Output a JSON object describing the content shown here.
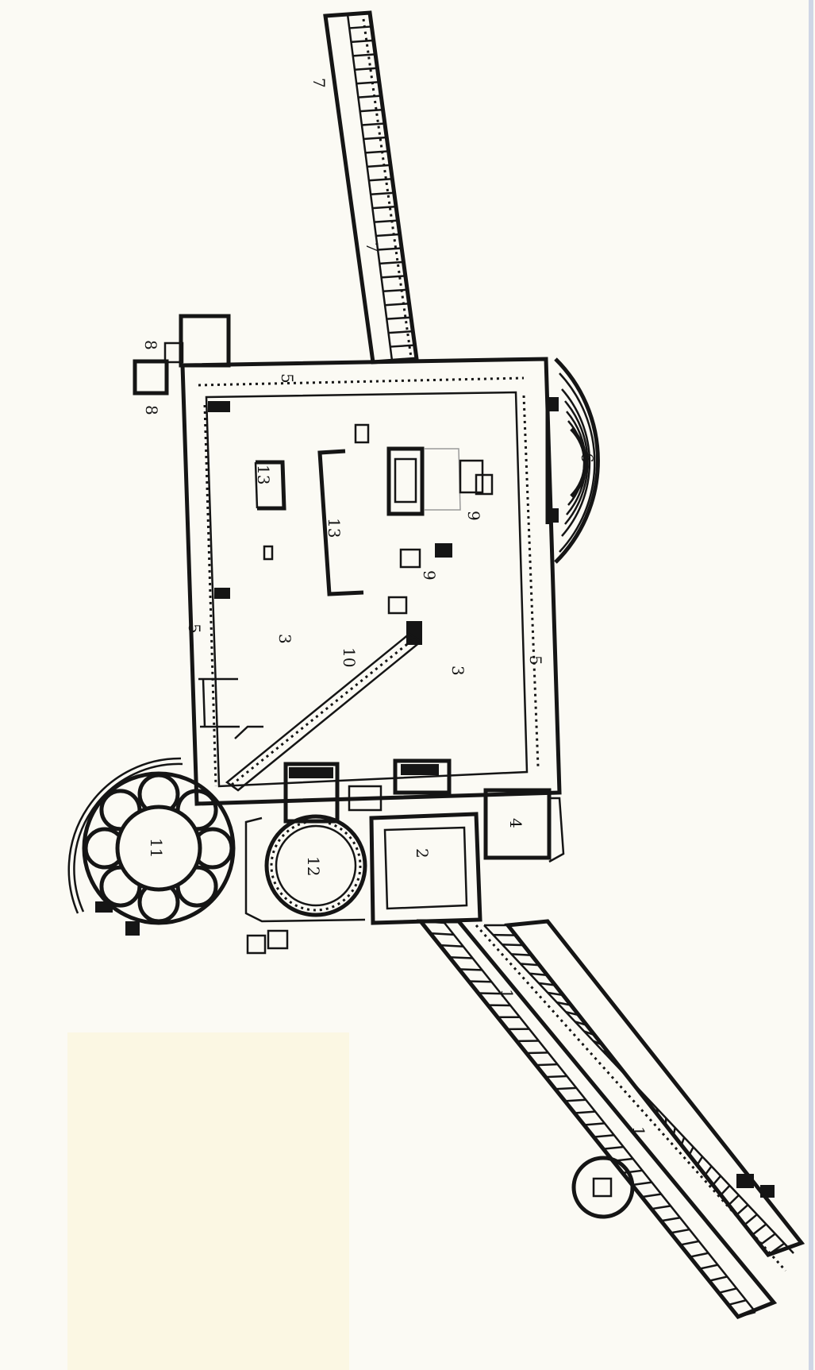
{
  "labels": {
    "colonnade_entrance_a": "1",
    "colonnade_entrance_b": "1",
    "court": "2",
    "forum_a": "3",
    "forum_b": "3",
    "corner_room": "4",
    "portico_north": "5",
    "portico_west": "5",
    "portico_east": "5",
    "theatre": "6",
    "colonnade_north_a": "7",
    "colonnade_north_b": "7",
    "tower_a": "8",
    "tower_b": "8",
    "podium_a": "9",
    "podium_b": "9",
    "diagonal_wall": "10",
    "rotunda_large": "11",
    "rotunda_small": "12",
    "hall_a": "13",
    "hall_b": "13"
  },
  "colors": {
    "ink": "#151515",
    "paper": "#fbfaf4",
    "pale_area": "#fbf7e3",
    "scan_edge": "#cfd6e6"
  }
}
